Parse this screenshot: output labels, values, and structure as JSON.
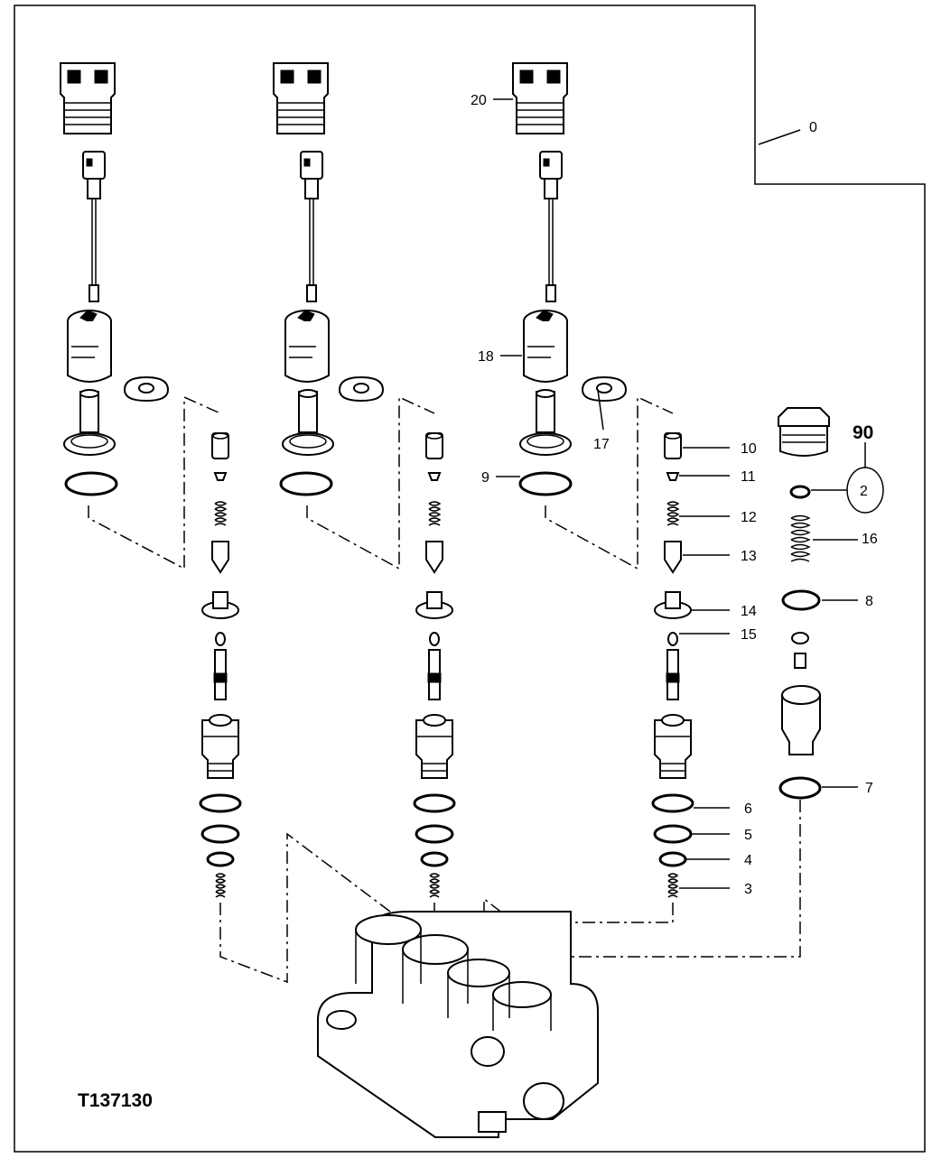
{
  "figure_id": "T137130",
  "callouts": {
    "c0": "0",
    "c2": "2",
    "c3": "3",
    "c4": "4",
    "c5": "5",
    "c6": "6",
    "c7": "7",
    "c8": "8",
    "c9": "9",
    "c10": "10",
    "c11": "11",
    "c12": "12",
    "c13": "13",
    "c14": "14",
    "c15": "15",
    "c16": "16",
    "c17": "17",
    "c18": "18",
    "c20": "20",
    "c90": "90"
  }
}
